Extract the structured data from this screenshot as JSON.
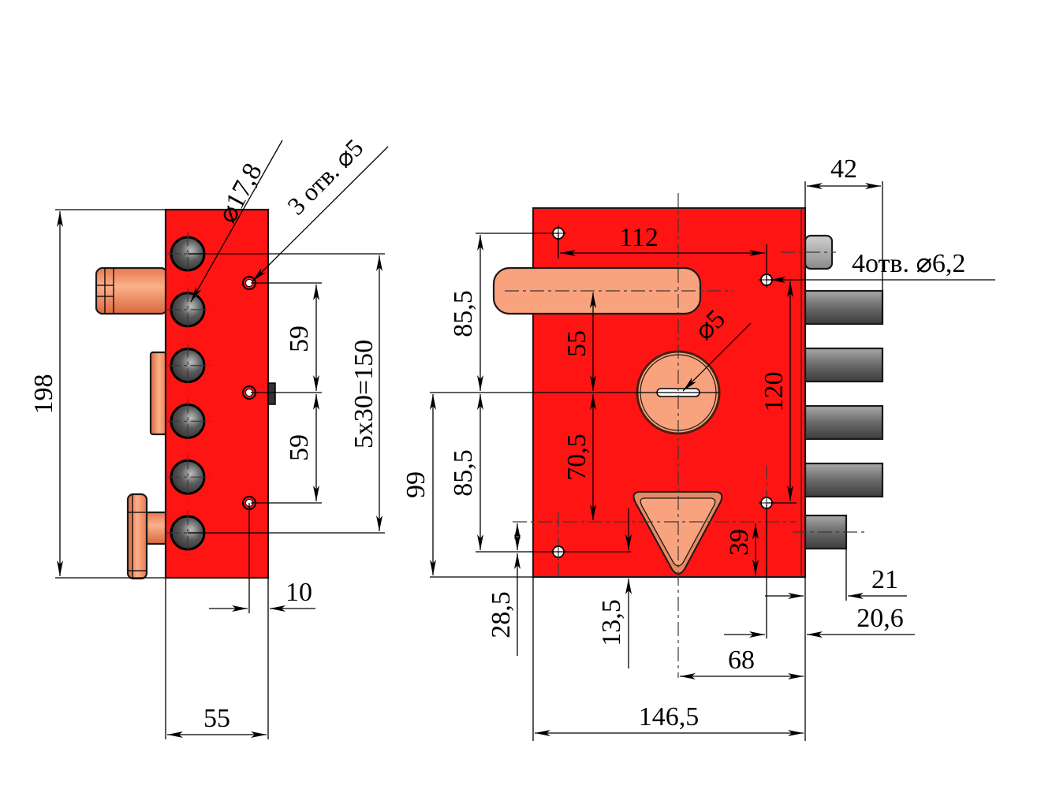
{
  "title": "Lock dimension drawing",
  "colors": {
    "body": "#ff1414",
    "copper": "#f5a27a",
    "steel": "#6b6b6b",
    "line": "#000000"
  },
  "side_view": {
    "labels": {
      "pin_diameter": "⌀17,8",
      "holes_note": "3 отв. ⌀5",
      "height_total": "198",
      "pitch_upper": "59",
      "pitch_lower": "59",
      "bolt_spacing": "5x30=150",
      "edge_offset": "10",
      "depth": "55"
    },
    "bolt_count": 6,
    "hole_count": 3
  },
  "front_view": {
    "labels": {
      "bolt_throw": "42",
      "mount_holes_note": "4отв. ⌀6,2",
      "hole_spacing_h": "112",
      "upper_offset": "85,5",
      "lower_offset": "85,5",
      "handle_to_axis": "55",
      "axis_to_bottom_spindle": "70,5",
      "keyhole_diameter": "⌀5",
      "hole_spacing_v": "120",
      "bottom_height": "99",
      "spindle_offset": "39",
      "bottom_hole_offset": "28,5",
      "spindle_edge": "13,5",
      "latch_throw": "21",
      "hole_to_edge": "20,6",
      "axis_to_edge": "68",
      "width_total": "146,5"
    },
    "bolt_count": 4
  }
}
